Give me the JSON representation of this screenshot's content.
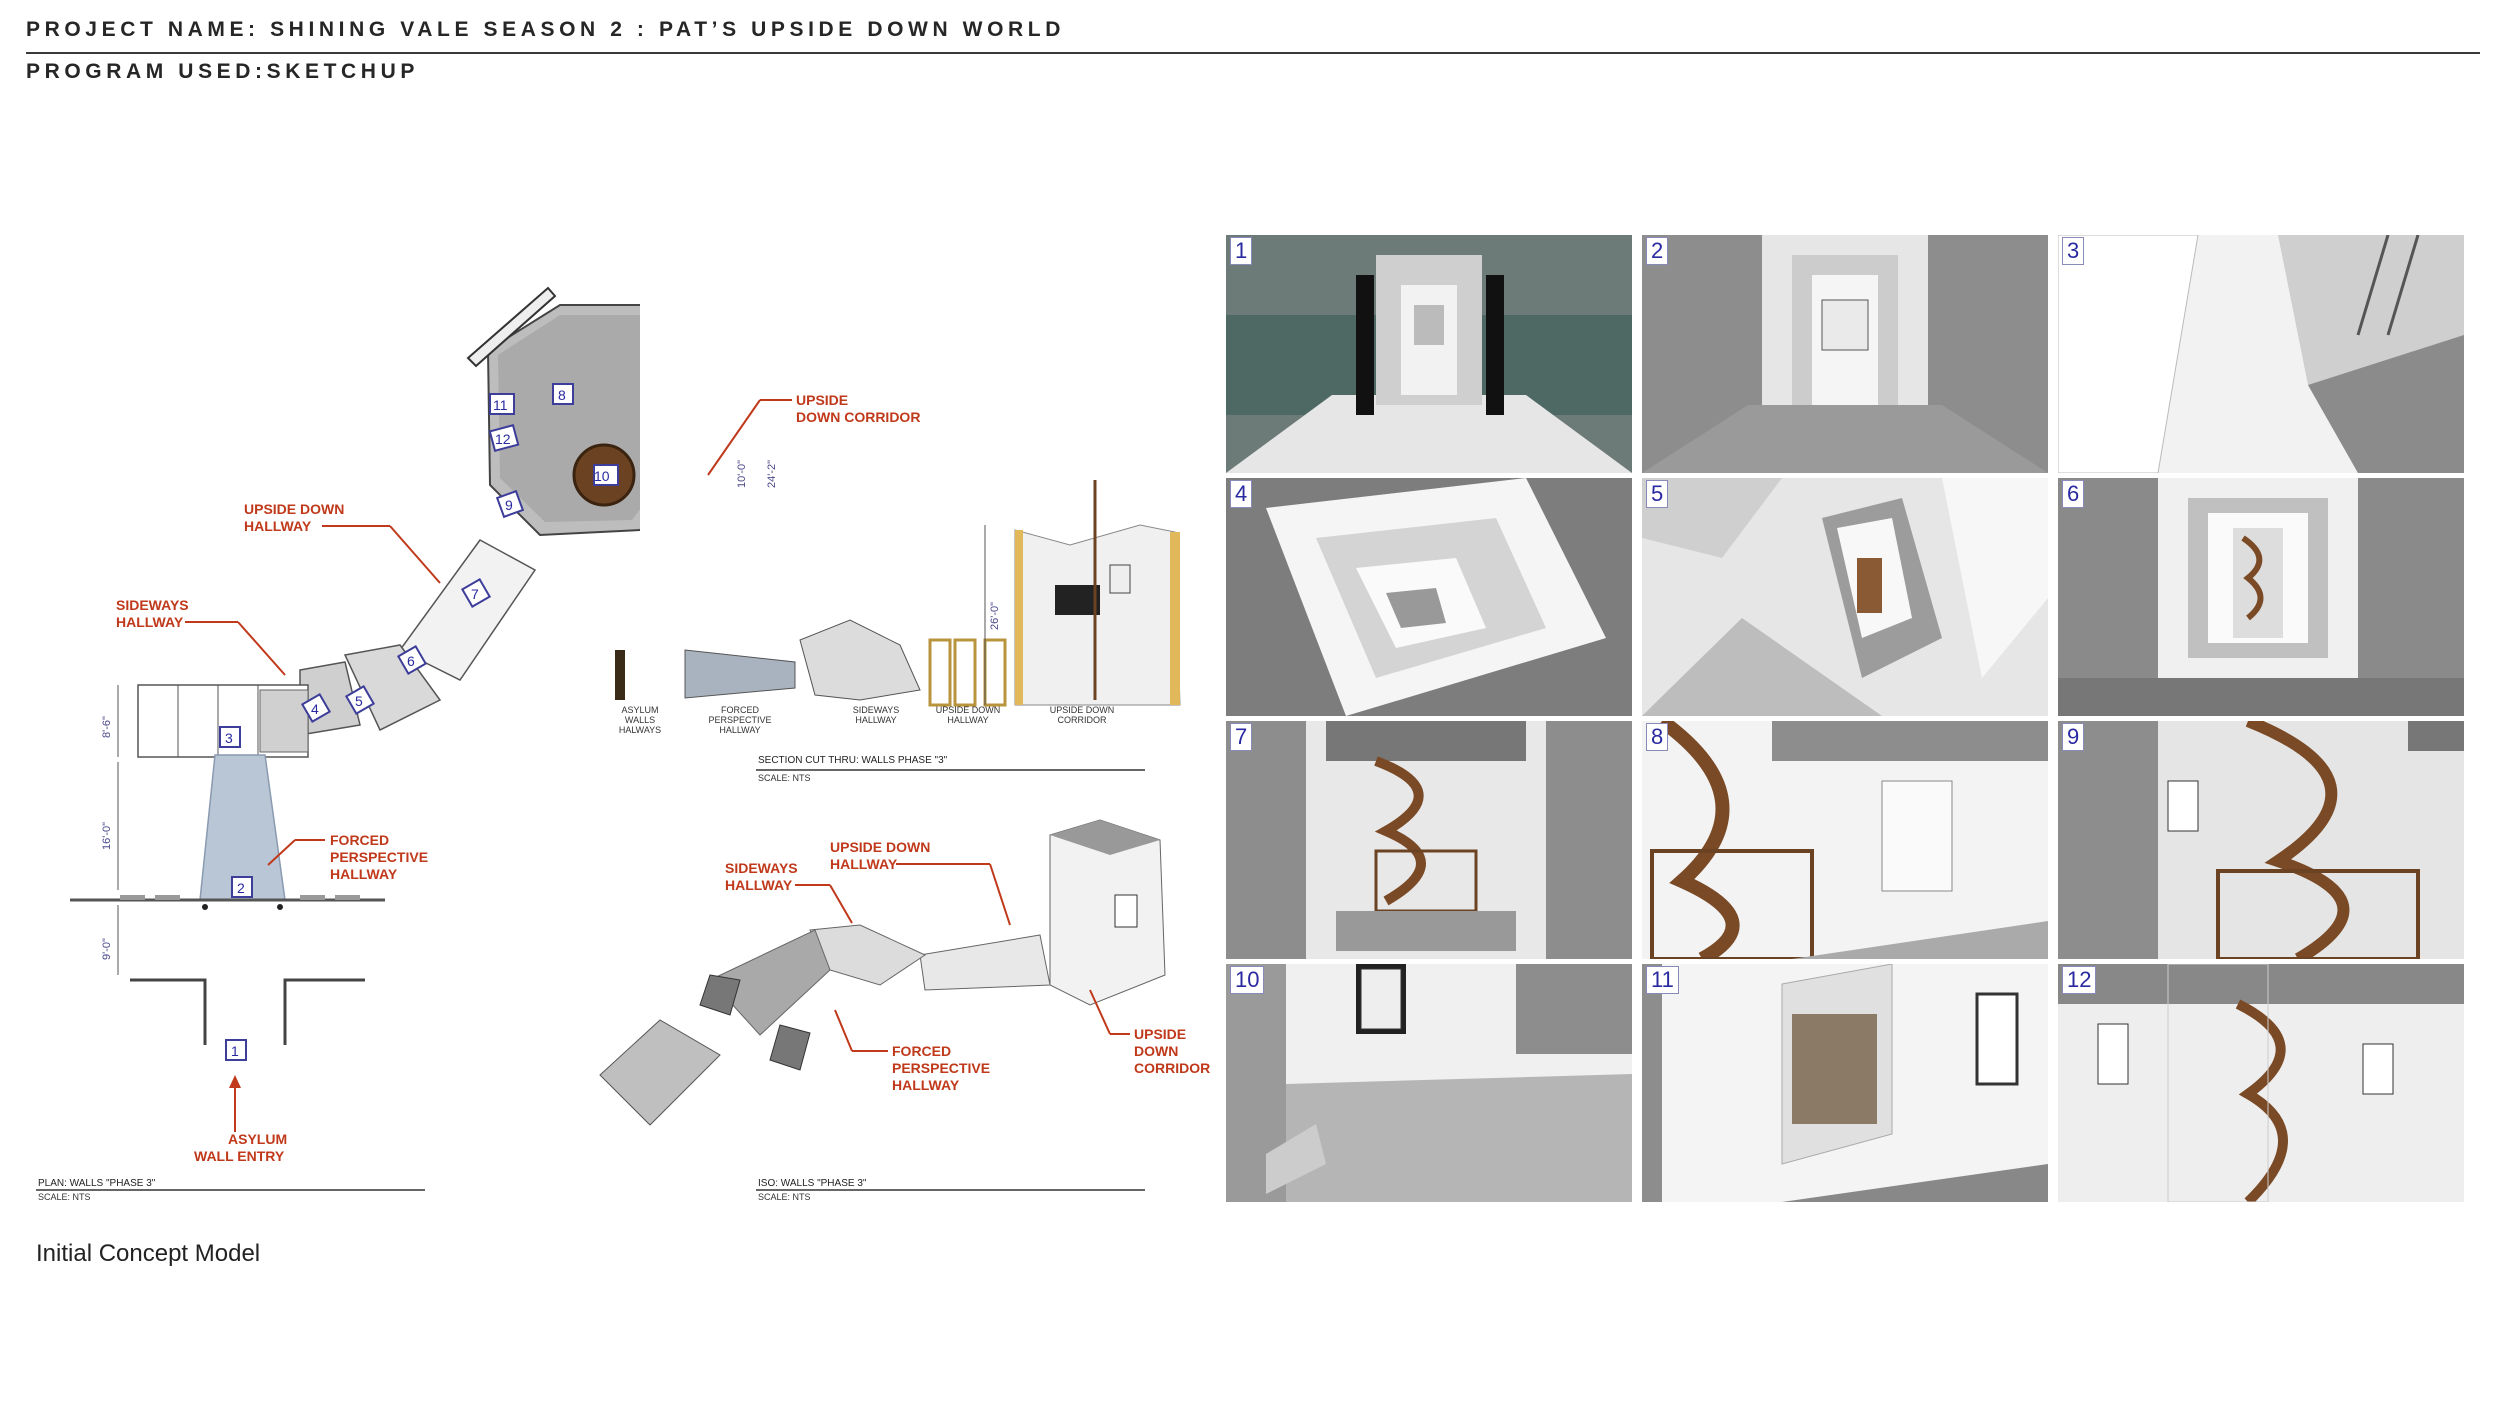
{
  "header": {
    "project_name": "PROJECT NAME: SHINING VALE SEASON 2 : PAT’S UPSIDE DOWN WORLD",
    "program_used": "PROGRAM USED:SKETCHUP"
  },
  "plan": {
    "labels": {
      "upside_down_corridor": [
        "UPSIDE",
        "DOWN CORRIDOR"
      ],
      "upside_down_hallway": [
        "UPSIDE DOWN",
        "HALLWAY"
      ],
      "sideways_hallway": [
        "SIDEWAYS",
        "HALLWAY"
      ],
      "forced_perspective_hallway": [
        "FORCED",
        "PERSPECTIVE",
        "HALLWAY"
      ],
      "asylum_wall_entry": [
        "ASYLUM",
        "WALL ENTRY"
      ]
    },
    "dimensions": [
      "10'-0\"",
      "24'-2\"",
      "8'-6\"",
      "16'-0\"",
      "9'-0\""
    ],
    "title": "PLAN: WALLS \"PHASE 3\"",
    "scale": "SCALE: NTS",
    "cameras": [
      "1",
      "2",
      "3",
      "4",
      "5",
      "6",
      "7",
      "8",
      "9",
      "10",
      "11",
      "12"
    ]
  },
  "section": {
    "dimension": "26'-0\"",
    "sub_labels": [
      [
        "ASYLUM",
        "WALLS",
        "HALWAYS"
      ],
      [
        "FORCED",
        "PERSPECTIVE",
        "HALLWAY"
      ],
      [
        "SIDEWAYS",
        "HALLWAY"
      ],
      [
        "UPSIDE DOWN",
        "HALLWAY"
      ],
      [
        "UPSIDE DOWN",
        "CORRIDOR"
      ]
    ],
    "title": "SECTION CUT THRU: WALLS PHASE \"3\"",
    "scale": "SCALE: NTS"
  },
  "iso": {
    "labels": {
      "sideways_hallway": [
        "SIDEWAYS",
        "HALLWAY"
      ],
      "upside_down_hallway": [
        "UPSIDE DOWN",
        "HALLWAY"
      ],
      "forced_perspective_hallway": [
        "FORCED",
        "PERSPECTIVE",
        "HALLWAY"
      ],
      "upside_down_corridor": [
        "UPSIDE",
        "DOWN",
        "CORRIDOR"
      ]
    },
    "title": "ISO: WALLS \"PHASE 3\"",
    "scale": "SCALE: NTS"
  },
  "renders": [
    "1",
    "2",
    "3",
    "4",
    "5",
    "6",
    "7",
    "8",
    "9",
    "10",
    "11",
    "12"
  ],
  "caption": "Initial Concept Model",
  "colors": {
    "annotation_red": "#c0391b",
    "camera_blue": "#2a2aa0"
  }
}
